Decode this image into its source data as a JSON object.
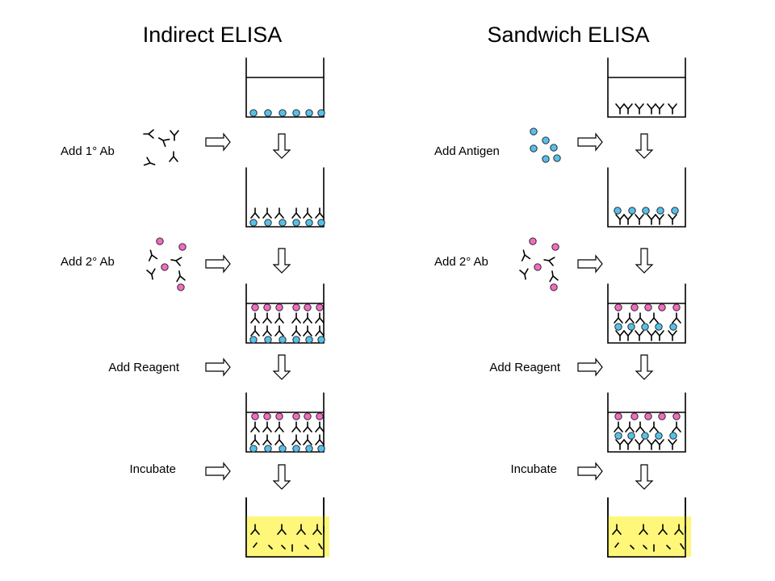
{
  "panels": {
    "indirect": {
      "title": "Indirect ELISA",
      "steps": [
        "Add 1° Ab",
        "Add 2°  Ab",
        "Add Reagent",
        "Incubate"
      ]
    },
    "sandwich": {
      "title": "Sandwich ELISA",
      "steps": [
        "Add Antigen",
        "Add 2°  Ab",
        "Add Reagent",
        "Incubate"
      ]
    }
  },
  "colors": {
    "antigen": "#57c0ea",
    "secondary_ab_label": "#f26cc2",
    "substrate": "#fff77a",
    "line": "#000000"
  },
  "icons": [
    "primary-antibody-icon",
    "antigen-icon",
    "secondary-antibody-icon",
    "process-arrow-icon",
    "down-arrow-icon"
  ]
}
